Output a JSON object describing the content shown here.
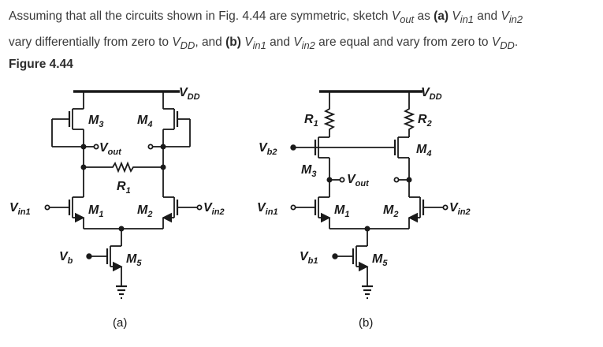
{
  "question": {
    "t1": "Assuming that all the circuits shown in Fig. 4.44 are symmetric, sketch ",
    "t2": " as ",
    "a": "(a)",
    "t3": " and ",
    "t4": " vary differentially from zero to ",
    "t5": ", and ",
    "b": "(b)",
    "t6": " and ",
    "t7": " are equal and vary from zero to ",
    "t8": ".",
    "vout": {
      "main": "V",
      "sub": "out"
    },
    "vin1": {
      "main": "V",
      "sub": "in1"
    },
    "vin2": {
      "main": "V",
      "sub": "in2"
    },
    "vdd": {
      "main": "V",
      "sub": "DD"
    }
  },
  "figure": {
    "title": "Figure 4.44",
    "circuit_a": {
      "caption": "(a)",
      "vdd": {
        "main": "V",
        "sub": "DD"
      },
      "m3": {
        "main": "M",
        "sub": "3"
      },
      "m4": {
        "main": "M",
        "sub": "4"
      },
      "m1": {
        "main": "M",
        "sub": "1"
      },
      "m2": {
        "main": "M",
        "sub": "2"
      },
      "m5": {
        "main": "M",
        "sub": "5"
      },
      "r1": {
        "main": "R",
        "sub": "1"
      },
      "vout": {
        "main": "V",
        "sub": "out"
      },
      "vin1": {
        "main": "V",
        "sub": "in1"
      },
      "vin2": {
        "main": "V",
        "sub": "in2"
      },
      "vb": {
        "main": "V",
        "sub": "b"
      }
    },
    "circuit_b": {
      "caption": "(b)",
      "vdd": {
        "main": "V",
        "sub": "DD"
      },
      "r1": {
        "main": "R",
        "sub": "1"
      },
      "r2": {
        "main": "R",
        "sub": "2"
      },
      "m3": {
        "main": "M",
        "sub": "3"
      },
      "m4": {
        "main": "M",
        "sub": "4"
      },
      "m1": {
        "main": "M",
        "sub": "1"
      },
      "m2": {
        "main": "M",
        "sub": "2"
      },
      "m5": {
        "main": "M",
        "sub": "5"
      },
      "vb2": {
        "main": "V",
        "sub": "b2"
      },
      "vb1": {
        "main": "V",
        "sub": "b1"
      },
      "vout": {
        "main": "V",
        "sub": "out"
      },
      "vin1": {
        "main": "V",
        "sub": "in1"
      },
      "vin2": {
        "main": "V",
        "sub": "in2"
      }
    }
  }
}
